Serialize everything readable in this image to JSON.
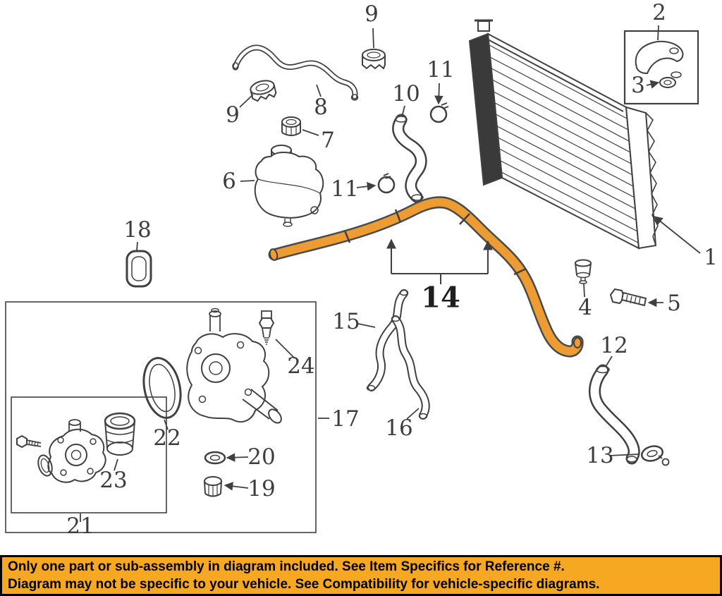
{
  "diagram": {
    "kind": "exploded-parts-diagram",
    "line_color": "#404040",
    "highlight_color": "#ED9C33",
    "highlighted_callout": "14"
  },
  "callouts": [
    {
      "label": "9"
    },
    {
      "label": "2"
    },
    {
      "label": "3"
    },
    {
      "label": "11"
    },
    {
      "label": "10"
    },
    {
      "label": "8"
    },
    {
      "label": "9"
    },
    {
      "label": "7"
    },
    {
      "label": "6"
    },
    {
      "label": "11"
    },
    {
      "label": "18"
    },
    {
      "label": "1"
    },
    {
      "label": "4"
    },
    {
      "label": "5"
    },
    {
      "label": "14"
    },
    {
      "label": "15"
    },
    {
      "label": "16"
    },
    {
      "label": "12"
    },
    {
      "label": "13"
    },
    {
      "label": "17"
    },
    {
      "label": "24"
    },
    {
      "label": "22"
    },
    {
      "label": "20"
    },
    {
      "label": "19"
    },
    {
      "label": "23"
    },
    {
      "label": "21"
    }
  ],
  "banner": {
    "line1": "Only one part or sub-assembly in diagram included. See Item Specifics for Reference #.",
    "line2": "Diagram may not be specific to your vehicle. See Compatibility for vehicle-specific diagrams.",
    "bg_color": "#F7A823",
    "text_color": "#000000"
  }
}
